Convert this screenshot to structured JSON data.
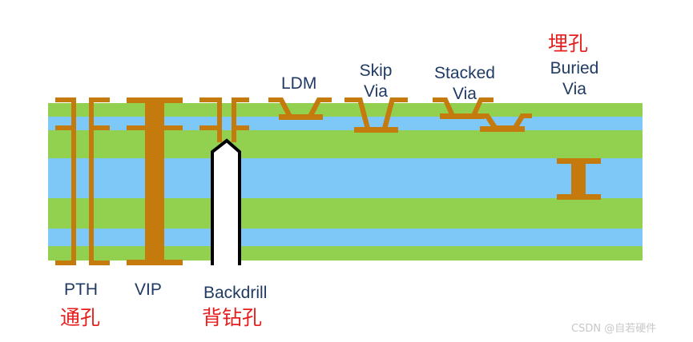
{
  "labels": {
    "pth": "PTH",
    "pth_cn": "通孔",
    "vip": "VIP",
    "backdrill": "Backdrill",
    "backdrill_cn": "背钻孔",
    "ldm": "LDM",
    "skip_via_line1": "Skip",
    "skip_via_line2": "Via",
    "stacked_via_line1": "Stacked",
    "stacked_via_line2": "Via",
    "buried_via_line1": "Buried",
    "buried_via_line2": "Via",
    "buried_cn": "埋孔"
  },
  "watermark": "CSDN @自若硬件",
  "colors": {
    "green_layer": "#92d050",
    "blue_layer": "#7ec8f8",
    "copper": "#c47a0c",
    "backdrill_outline": "#000000",
    "label_text": "#1f3a63",
    "chinese_label": "#e61e1e"
  }
}
